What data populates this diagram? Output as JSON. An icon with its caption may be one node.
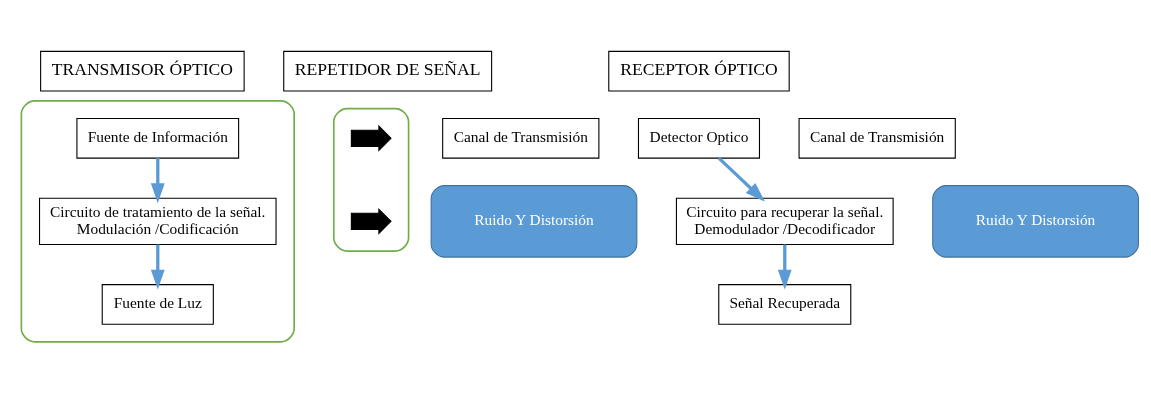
{
  "diagram": {
    "nodes": [
      {
        "text": [
          "TRANSMISOR ÓPTICO"
        ]
      },
      {
        "text": [
          "REPETIDOR DE SEÑAL"
        ]
      },
      {
        "text": [
          "RECEPTOR ÓPTICO"
        ]
      },
      {
        "text": [],
        "shape": "box"
      },
      {
        "text": [
          "Fuente de Información"
        ],
        "in": 3
      },
      {
        "text": [
          "Circuito de tratamiento de la señal.",
          "Modulación /Codificación"
        ],
        "in": 3
      },
      {
        "text": [
          "Fuente de Luz"
        ],
        "in": 3
      },
      {
        "text": [
          "Canal de Transmisión"
        ]
      },
      {
        "text": [
          "Ruido Y Distorsión"
        ]
      },
      {
        "text": [],
        "shape": "box"
      },
      {
        "text": [],
        "shape": "picture",
        "in": 9
      },
      {
        "text": [],
        "shape": "picture",
        "in": 9
      },
      {
        "text": [
          "Canal de Transmisión"
        ]
      },
      {
        "text": [
          "Ruido Y Distorsión"
        ]
      },
      {
        "text": [
          "Detector Optico"
        ]
      },
      {
        "text": [
          "Circuito para recuperar la señal.",
          "Demodulador /Decodificador"
        ]
      },
      {
        "text": [
          "Señal Recuperada"
        ]
      }
    ],
    "edges": [
      {
        "from": 4,
        "to": 5,
        "arrow": "to"
      },
      {
        "from": 5,
        "to": 6,
        "arrow": "to"
      },
      {
        "from": 14,
        "to": 15,
        "arrow": "to"
      },
      {
        "from": 15,
        "to": 16,
        "arrow": "to"
      }
    ]
  }
}
